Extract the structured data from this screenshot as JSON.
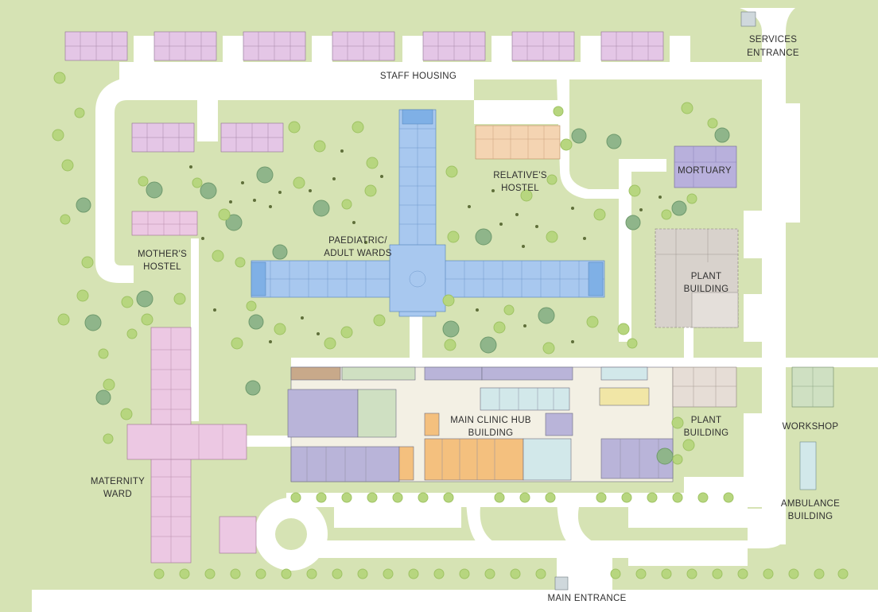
{
  "map": {
    "colors": {
      "grass": "#d6e3b4",
      "road": "#ffffff",
      "wards": "#a8c8ef",
      "housing": "#e4c6e6",
      "maternity": "#ecc8e3",
      "hostel": "#f4d4b2",
      "mortuary": "#b8b0dc",
      "plant": "#d8d2cc",
      "clinic_purple": "#b9b4d9",
      "clinic_green": "#cfe0c2",
      "clinic_orange": "#f4c07e",
      "clinic_cyan": "#d2e8ea",
      "clinic_yellow": "#f1e6a6",
      "tree": "#b7d67f",
      "tree_dark": "#8fb58a"
    },
    "labels": {
      "staff_housing": "STAFF HOUSING",
      "services_entrance_1": "SERVICES",
      "services_entrance_2": "ENTRANCE",
      "relatives_hostel_1": "RELATIVE'S",
      "relatives_hostel_2": "HOSTEL",
      "mortuary": "MORTUARY",
      "wards_1": "PAEDIATRIC/",
      "wards_2": "ADULT WARDS",
      "mothers_hostel_1": "MOTHER'S",
      "mothers_hostel_2": "HOSTEL",
      "plant_building_a_1": "PLANT",
      "plant_building_a_2": "BUILDING",
      "plant_building_b_1": "PLANT",
      "plant_building_b_2": "BUILDING",
      "main_clinic_1": "MAIN CLINIC HUB",
      "main_clinic_2": "BUILDING",
      "workshop": "WORKSHOP",
      "maternity_1": "MATERNITY",
      "maternity_2": "WARD",
      "ambulance_1": "AMBULANCE",
      "ambulance_2": "BUILDING",
      "main_entrance": "MAIN ENTRANCE"
    }
  }
}
